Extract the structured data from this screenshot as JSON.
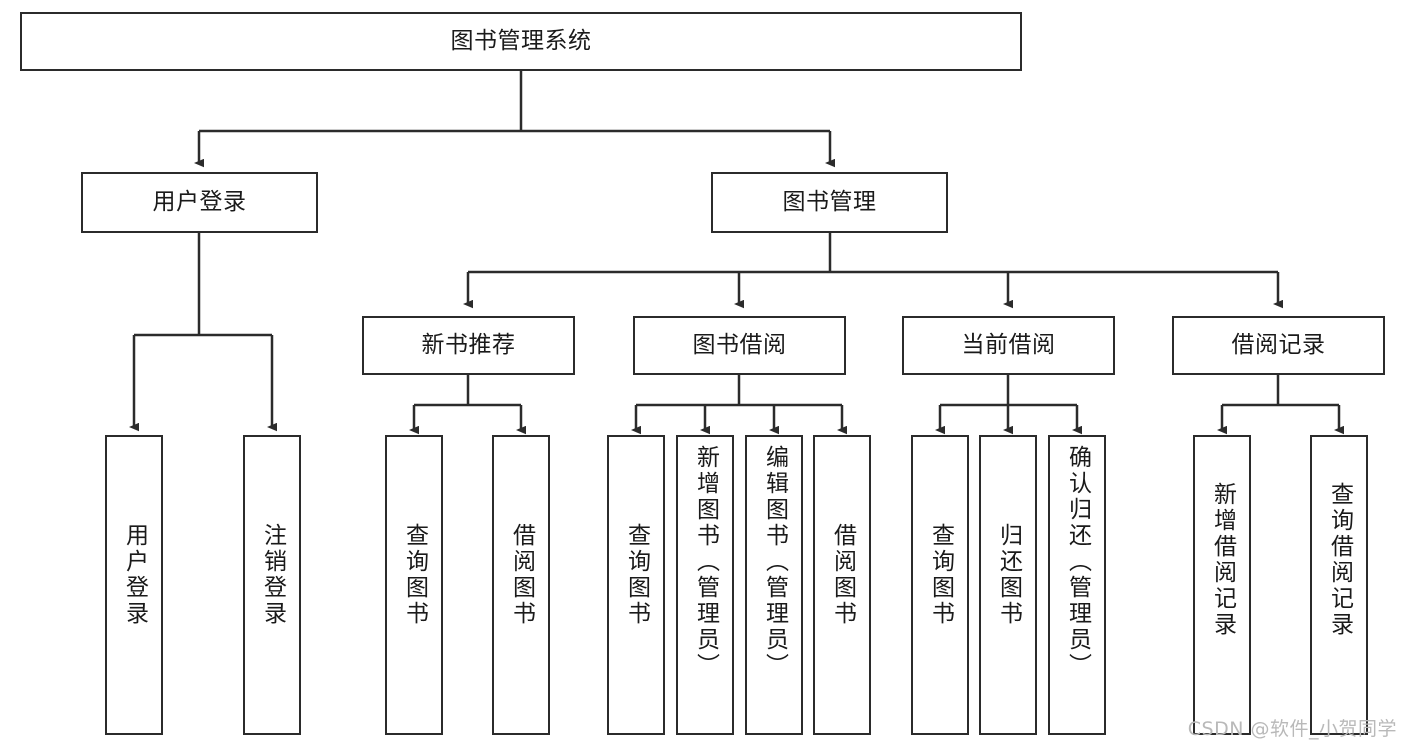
{
  "diagram": {
    "title": "图书管理系统",
    "type": "tree",
    "watermark": "CSDN @软件_小贺同学",
    "root": {
      "label": "图书管理系统"
    },
    "level2": [
      {
        "id": "user-login",
        "label": "用户登录"
      },
      {
        "id": "book-management",
        "label": "图书管理"
      }
    ],
    "level3": [
      {
        "id": "new-book-recommend",
        "label": "新书推荐",
        "parent": "book-management"
      },
      {
        "id": "book-borrow",
        "label": "图书借阅",
        "parent": "book-management"
      },
      {
        "id": "current-borrow",
        "label": "当前借阅",
        "parent": "book-management"
      },
      {
        "id": "borrow-record",
        "label": "借阅记录",
        "parent": "book-management"
      }
    ],
    "leaves": [
      {
        "id": "leaf-user-login",
        "label": "用户登录",
        "parent": "user-login"
      },
      {
        "id": "leaf-logout-login",
        "label": "注销登录",
        "parent": "user-login"
      },
      {
        "id": "leaf-query-book-1",
        "label": "查询图书",
        "parent": "new-book-recommend"
      },
      {
        "id": "leaf-borrow-book-1",
        "label": "借阅图书",
        "parent": "new-book-recommend"
      },
      {
        "id": "leaf-query-book-2",
        "label": "查询图书",
        "parent": "book-borrow"
      },
      {
        "id": "leaf-add-book",
        "label": "新增图书（管理员）",
        "parent": "book-borrow"
      },
      {
        "id": "leaf-edit-book",
        "label": "编辑图书（管理员）",
        "parent": "book-borrow"
      },
      {
        "id": "leaf-borrow-book-2",
        "label": "借阅图书",
        "parent": "book-borrow"
      },
      {
        "id": "leaf-query-book-3",
        "label": "查询图书",
        "parent": "current-borrow"
      },
      {
        "id": "leaf-return-book",
        "label": "归还图书",
        "parent": "current-borrow"
      },
      {
        "id": "leaf-confirm-return",
        "label": "确认归还（管理员）",
        "parent": "current-borrow"
      },
      {
        "id": "leaf-add-record",
        "label": "新增借阅记录",
        "parent": "borrow-record"
      },
      {
        "id": "leaf-query-record",
        "label": "查询借阅记录",
        "parent": "borrow-record"
      }
    ],
    "colors": {
      "stroke": "#2b2b2b",
      "fill": "#ffffff",
      "text": "#1a1a1a",
      "watermark": "#b9b9b9"
    }
  }
}
